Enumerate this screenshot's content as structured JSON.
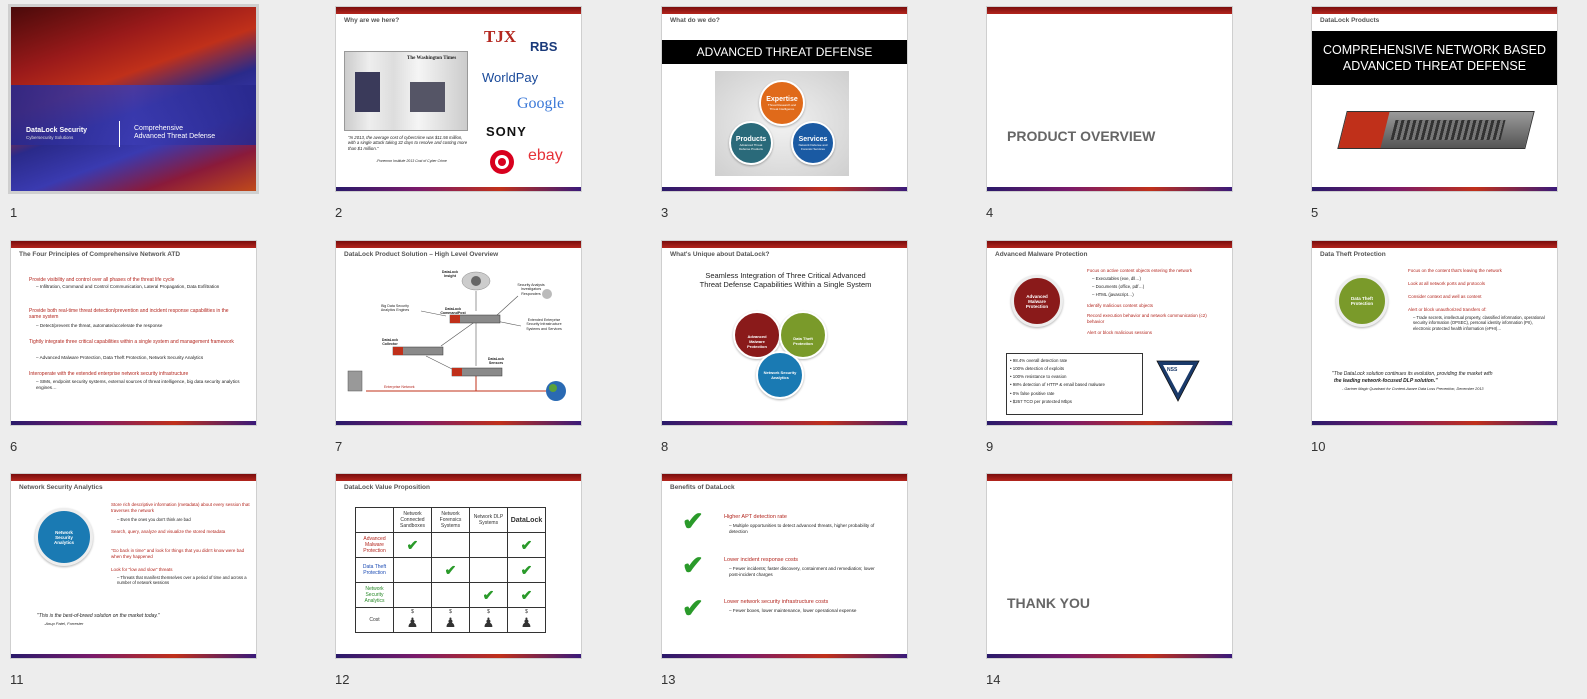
{
  "slides": [
    {
      "num": "1",
      "brand": "DataLock Security",
      "brand_sub": "Cybersecurity Solutions",
      "title_l1": "Comprehensive",
      "title_l2": "Advanced Threat Defense"
    },
    {
      "num": "2",
      "title": "Why are we here?",
      "quote": "\"In 2013, the average cost of cybercrime was $11.56 million, with a single attack taking 32 days to resolve and costing more than $1 million.\"",
      "source": "-Ponemon Institute 2013 Cost of Cyber Crime",
      "logos": [
        "TJX",
        "RBS",
        "WorldPay",
        "Google",
        "SONY",
        "ebay"
      ]
    },
    {
      "num": "3",
      "title": "What do we do?",
      "banner": "ADVANCED THREAT DEFENSE",
      "c1": "Expertise",
      "c1s": "Threat Research and Threat Intelligence",
      "c2": "Products",
      "c2s": "Advanced Threat Defense Products",
      "c3": "Services",
      "c3s": "Network Defense and Forensic Services"
    },
    {
      "num": "4",
      "big": "PRODUCT OVERVIEW"
    },
    {
      "num": "5",
      "title": "DataLock Products",
      "banner_l1": "COMPREHENSIVE NETWORK BASED",
      "banner_l2": "ADVANCED THREAT DEFENSE"
    },
    {
      "num": "6",
      "title": "The Four Principles of Comprehensive Network ATD",
      "p1": "Provide visibility and control over all phases of the threat life cycle",
      "p1s": "– Infiltration, Command and Control Communication, Lateral Propagation, Data Exfiltration",
      "p2": "Provide both real-time threat detection/prevention and incident response capabilities in the same system",
      "p2s": "– Detect/prevent the threat, automate/accelerate the response",
      "p3": "Tightly integrate three critical capabilities within a single system and management framework",
      "p3s": "– Advanced Malware Protection, Data Theft Protection, Network Security Analytics",
      "p4": "Interoperate with the extended enterprise network security infrastructure",
      "p4s": "– SIMs, endpoint security systems, external sources of threat intelligence, big data security analytics engines…"
    },
    {
      "num": "7",
      "title": "DataLock Product Solution – High Level Overview",
      "insight": "DataLock Insight",
      "cmd": "DataLock CommandPost",
      "collector": "DataLock Collector",
      "sensors": "DataLock Sensors",
      "bigdata": "Big Data Security Analytics Engines",
      "analysts": "Security Analysts Investigators Responders",
      "ext": "Extended Enterprise Security Infrastructure Systems and Services",
      "net": "Enterprise Network"
    },
    {
      "num": "8",
      "title": "What's Unique about DataLock?",
      "head_l1": "Seamless Integration of Three Critical Advanced",
      "head_l2": "Threat Defense Capabilities Within a Single System",
      "v1": "Advanced Malware Protection",
      "v2": "Data Theft Protection",
      "v3": "Network Security Analytics"
    },
    {
      "num": "9",
      "title": "Advanced Malware Protection",
      "circle": "Advanced Malware Protection",
      "b1": "Focus on active content objects entering the network",
      "b1a": "– Executables (exe, dll…)",
      "b1b": "– Documents (office, pdf…)",
      "b1c": "– HTML (javascript…)",
      "b2": "Identify malicious content objects",
      "b3": "Record execution behavior and network communication (c2) behavior",
      "b4": "Alert or block malicious sessions",
      "stats": [
        "• 98.4% overall detection rate",
        "• 100% detection of exploits",
        "• 100% resistance to evasion",
        "• 98% detection of HTTP & email based malware",
        "• 0% false positive rate",
        "• $267 TCO per protected Mbps"
      ],
      "nss": "NSS"
    },
    {
      "num": "10",
      "title": "Data Theft Protection",
      "circle": "Data Theft Protection",
      "b1": "Focus on the content that's leaving the network",
      "b2": "Look at all network ports and protocols",
      "b3": "Consider context and well as content",
      "b4": "Alert or block unauthorized transfers of:",
      "b4s": "– Trade secrets, intellectual property, classified information, operational security information (OPSEC), personal identity information (PII), electronic protected health information (ePHI)…",
      "quote_l1": "\"The DataLock solution continues its evolution, providing the market with",
      "quote_l2": "the leading network-focused DLP solution.\"",
      "source": "- Gartner Magic Quadrant for Content-Aware Data Loss Prevention, December 2013"
    },
    {
      "num": "11",
      "title": "Network Security Analytics",
      "circle": "Network Security Analytics",
      "b1": "Store rich descriptive information (metadata) about every session that traverses the network",
      "b1s": "– Even the ones you don't think are bad",
      "b2": "Search, query, analyze and visualize the stored metadata",
      "b3": "\"Go back in time\" and look for things that you didn't know were bad when they happened",
      "b4": "Look for \"low and slow\" threats",
      "b4s": "– Threats that manifest themselves over a period of time and across a number of network sessions",
      "quote": "\"This is the best-of-breed solution on the market today.\"",
      "source": "-Anup Patel, Forrester"
    },
    {
      "num": "12",
      "title": "DataLock Value Proposition",
      "cols": [
        "Network Connected Sandboxes",
        "Network Forensics Systems",
        "Network DLP Systems",
        "DataLock"
      ],
      "rows": [
        "Advanced Malware Protection",
        "Data Theft Protection",
        "Network Security Analytics",
        "Cost"
      ],
      "dollar": "$"
    },
    {
      "num": "13",
      "title": "Benefits of DataLock",
      "b1": "Higher APT detection rate",
      "b1s": "– Multiple opportunities to detect advanced threats, higher probability of detection",
      "b2": "Lower incident response costs",
      "b2s": "– Fewer incidents; faster discovery, containment and remediation; lower post-incident charges",
      "b3": "Lower network security infrastructure costs",
      "b3s": "– Fewer boxes, lower maintenance, lower operational expense"
    },
    {
      "num": "14",
      "big": "THANK YOU"
    }
  ],
  "colors": {
    "accent": "#b3261e",
    "green": "#7a9a2a",
    "teal": "#2a6a7a",
    "blue": "#1a7ab3",
    "orange": "#e06a1a",
    "maroon": "#8a1a1a"
  }
}
